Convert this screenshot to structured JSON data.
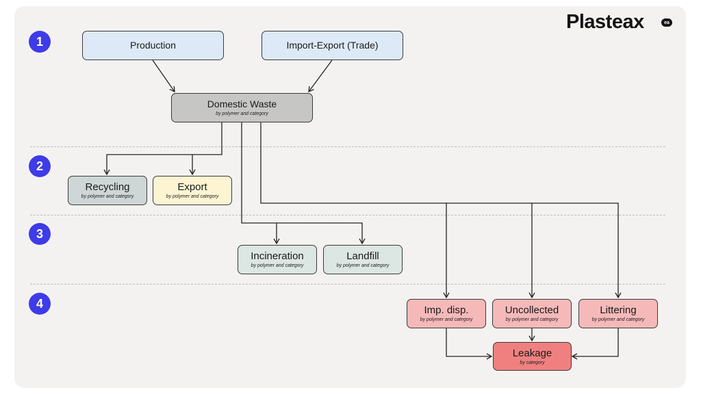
{
  "brand": {
    "name": "Plasteax",
    "badge": "ea"
  },
  "stages": [
    "1",
    "2",
    "3",
    "4"
  ],
  "nodes": {
    "production": {
      "label": "Production",
      "sub": ""
    },
    "trade": {
      "label": "Import-Export (Trade)",
      "sub": ""
    },
    "domestic_waste": {
      "label": "Domestic Waste",
      "sub": "by polymer and category"
    },
    "recycling": {
      "label": "Recycling",
      "sub": "by polymer and category"
    },
    "export": {
      "label": "Export",
      "sub": "by polymer and category"
    },
    "incineration": {
      "label": "Incineration",
      "sub": "by polymer and category"
    },
    "landfill": {
      "label": "Landfill",
      "sub": "by polymer and category"
    },
    "imp_disp": {
      "label": "Imp. disp.",
      "sub": "by polymer and category"
    },
    "uncollected": {
      "label": "Uncollected",
      "sub": "by polymer and category"
    },
    "littering": {
      "label": "Littering",
      "sub": "by polymer and category"
    },
    "leakage": {
      "label": "Leakage",
      "sub": "by category"
    }
  },
  "colors": {
    "stage": "#3e3be8",
    "top": "#dde9f6",
    "domestic": "#c6c6c4",
    "recycling": "#cfd7d6",
    "export": "#fdf4d2",
    "disposal": "#dce6e3",
    "mismanaged": "#f5b9b9",
    "leakage": "#f08080"
  }
}
